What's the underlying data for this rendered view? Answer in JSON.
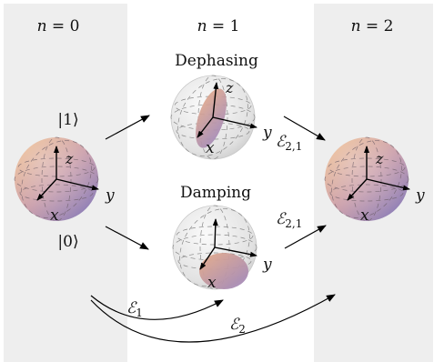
{
  "columns": [
    {
      "var": "n",
      "eq": " = ",
      "val": "0"
    },
    {
      "var": "n",
      "eq": " = ",
      "val": "1"
    },
    {
      "var": "n",
      "eq": " = ",
      "val": "2"
    }
  ],
  "left_state": {
    "upper": "|1⟩",
    "lower": "|0⟩"
  },
  "titles": {
    "dephasing": "Dephasing",
    "damping": "Damping"
  },
  "axes": {
    "x": "x",
    "y": "y",
    "z": "z"
  },
  "maps": {
    "e1": "ℰ",
    "e1_sub": "1",
    "e2": "ℰ",
    "e2_sub": "2",
    "e21": "ℰ",
    "e21_sub": "2,1"
  },
  "colors": {
    "column_shade": "#eeeeee",
    "sphere_warm": "#e8b488",
    "sphere_cool": "#8f83bf",
    "glass": "#d9d9d9"
  }
}
